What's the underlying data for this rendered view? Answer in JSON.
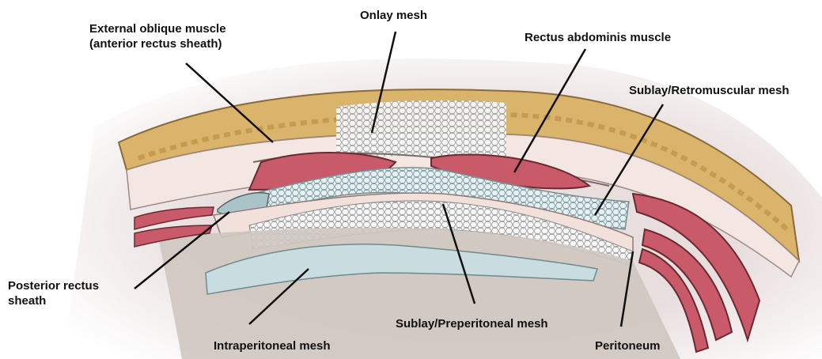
{
  "labels": {
    "external_oblique": [
      "External oblique muscle",
      "(anterior rectus sheath)"
    ],
    "onlay_mesh": "Onlay mesh",
    "rectus_abdominis": "Rectus abdominis muscle",
    "sublay_retromuscular": "Sublay/Retromuscular mesh",
    "posterior_sheath": [
      "Posterior rectus",
      "sheath"
    ],
    "intraperitoneal": "Intraperitoneal mesh",
    "sublay_preperitoneal": "Sublay/Preperitoneal mesh",
    "peritoneum": "Peritoneum"
  },
  "colors": {
    "skin": "#e8d6d6",
    "fat": "#d9b46a",
    "muscle": "#c85a6a",
    "mesh": "#c9dde0",
    "sheath": "#f1e4e0",
    "peritoneum": "#cfc7c0"
  }
}
